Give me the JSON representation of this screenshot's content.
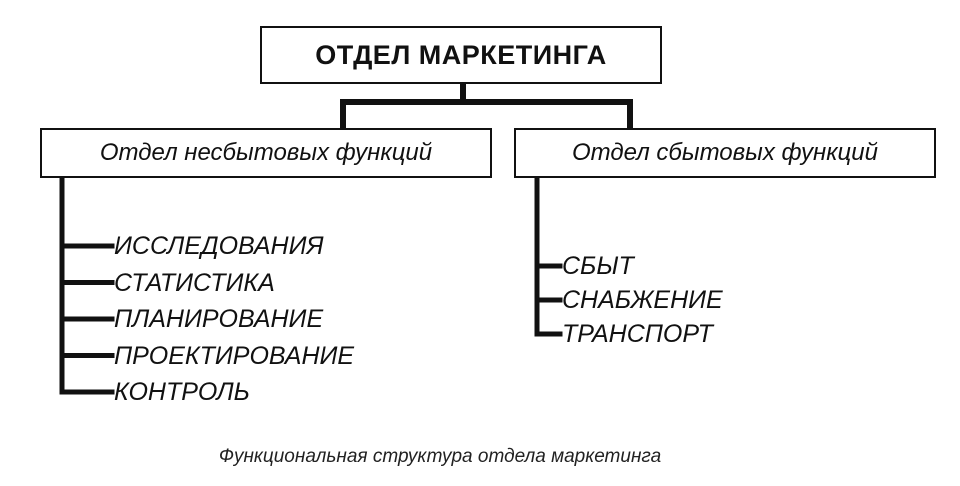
{
  "root": {
    "label": "ОТДЕЛ МАРКЕТИНГА"
  },
  "departments": [
    {
      "label": "Отдел несбытовых функций",
      "items": [
        "ИССЛЕДОВАНИЯ",
        "СТАТИСТИКА",
        "ПЛАНИРОВАНИЕ",
        "ПРОЕКТИРОВАНИЕ",
        "КОНТРОЛЬ"
      ]
    },
    {
      "label": "Отдел сбытовых функций",
      "items": [
        "СБЫТ",
        "СНАБЖЕНИЕ",
        "ТРАНСПОРТ"
      ]
    }
  ],
  "caption": "Функциональная структура отдела маркетинга",
  "colors": {
    "line": "#111111",
    "text": "#111111",
    "caption": "#222222"
  }
}
